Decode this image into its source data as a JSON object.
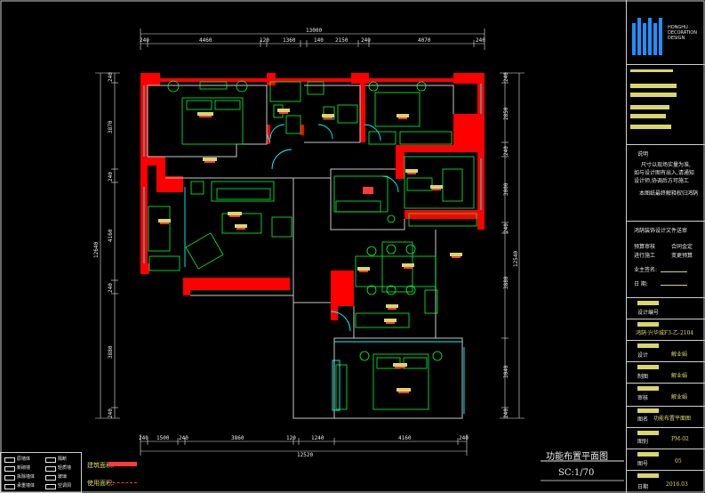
{
  "dimensions": {
    "top_total": "13000",
    "top_segments": [
      "240",
      "4460",
      "120",
      "1360",
      "140",
      "2150",
      "240",
      "4070",
      "240"
    ],
    "bottom_total": "12520",
    "bottom_segments": [
      "240",
      "1500",
      "240",
      "3860",
      "120",
      "1240",
      "4160",
      "240"
    ],
    "left_total": "12640",
    "left_segments": [
      "240",
      "3870",
      "240",
      "4160",
      "240",
      "3880",
      "240"
    ],
    "right_total": "12540",
    "right_segments": [
      "240",
      "2850",
      "240",
      "3000",
      "240",
      "3880",
      "3040",
      "240"
    ]
  },
  "drawing": {
    "title": "功能布置平面图",
    "scale": "SC:1/70"
  },
  "title_block": {
    "company_line": "HONGHU DECORATION DESIGN",
    "note_header": "说明",
    "notes": [
      "尺寸以现场实量为准,",
      "如与设计图有出入,请通知",
      "设计师,协调后方可施工",
      "本图纸最终解释权归鸿鹄"
    ],
    "approval_header": "鸿鹄装饰设计文件送审",
    "approval_items": [
      "预算审核",
      "合同金定",
      "进行施工",
      "变更预算"
    ],
    "owner_sign_label": "业主签名:",
    "date_label": "日    期:",
    "project_no_label": "设计编号",
    "project_name": "鸿鹄·兴华城F3-乙-2104",
    "designer_label": "设计",
    "designer_name": "解业娟",
    "drafter_label": "制图",
    "drafter_name": "解业娟",
    "checker_label": "审核",
    "checker_name": "解业娟",
    "drawing_name_label": "图名",
    "drawing_name": "功能布置平面图",
    "drawing_type_label": "图别",
    "drawing_type": "PM-02",
    "drawing_no_label": "图号",
    "drawing_no": "05",
    "date_row_label": "日期",
    "date_value": "2016.03"
  },
  "legend": {
    "items": [
      "原墙体",
      "新砌墙",
      "拆除墙体",
      "承重墙体",
      "隔断",
      "轻质墙",
      "玻璃",
      "空调洞"
    ]
  },
  "area_notes": {
    "building_area_label": "建筑面积:",
    "inner_area_label": "使用面积:"
  },
  "colors": {
    "wall": "#ff0000",
    "furniture": "#00ff3c",
    "door": "#00ffff",
    "dim": "#e8e8e8",
    "label_box": "#d9d76a",
    "label_red": "#ff3b3b",
    "background": "#000000"
  }
}
